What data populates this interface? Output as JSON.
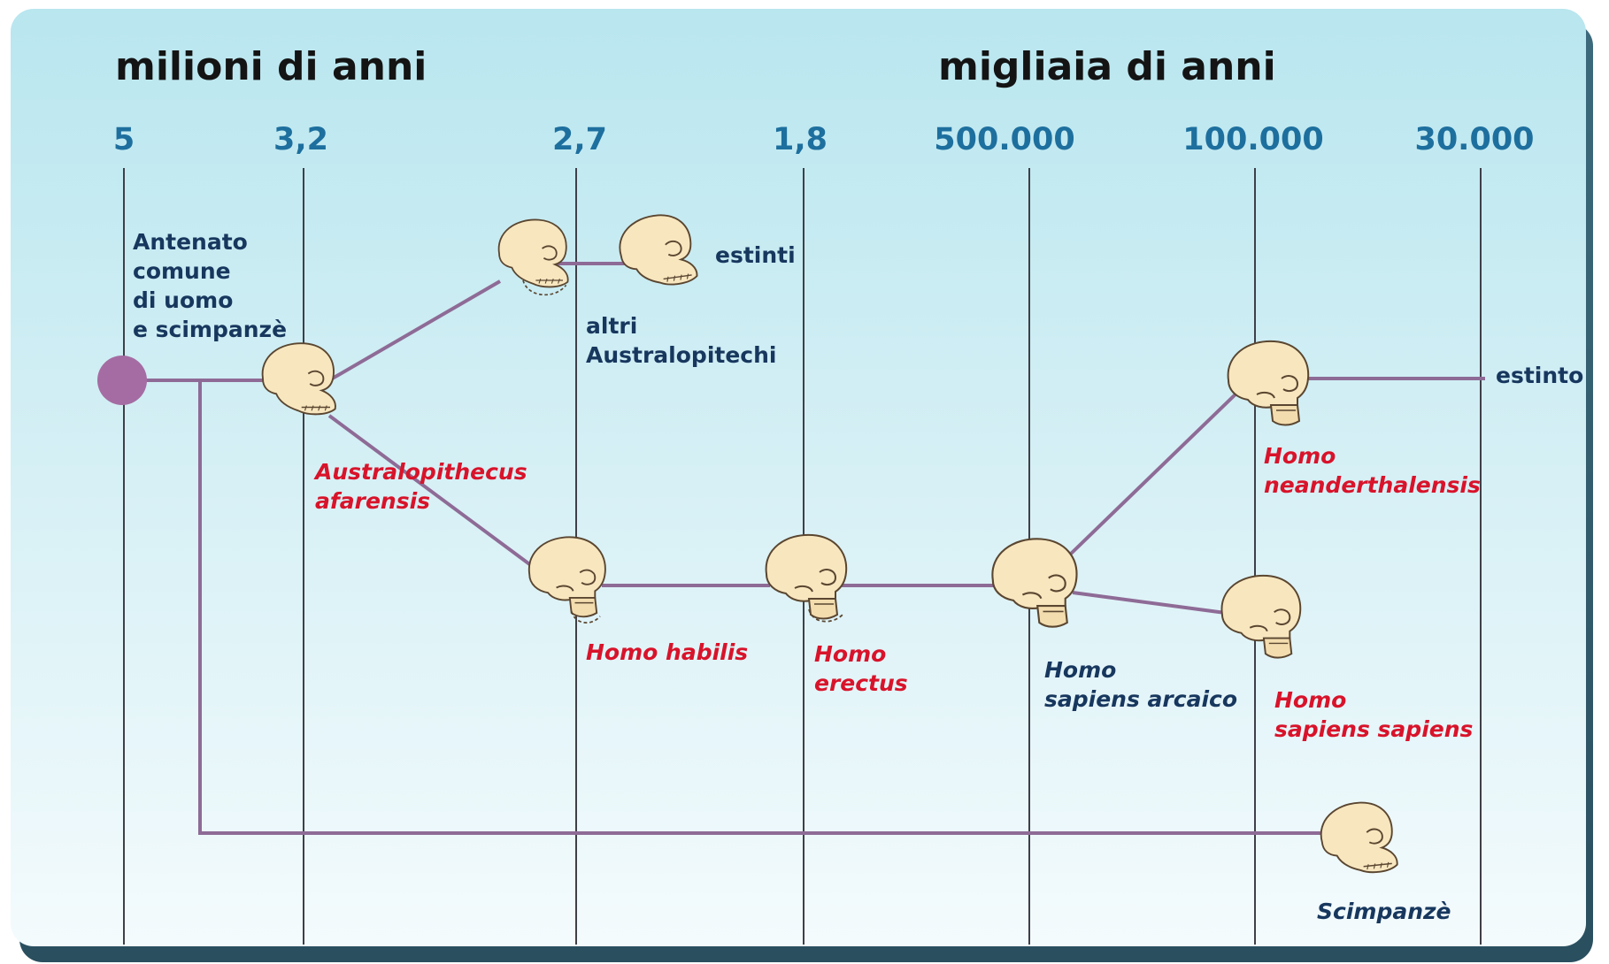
{
  "headers": {
    "millions": "milioni di anni",
    "thousands": "migliaia di anni"
  },
  "ticks": [
    "5",
    "3,2",
    "2,7",
    "1,8",
    "500.000",
    "100.000",
    "30.000"
  ],
  "labels": {
    "common_ancestor": [
      "Antenato",
      "comune",
      "di uomo",
      "e scimpanzè"
    ],
    "extinct_plural": "estinti",
    "other_australopithecines": [
      "altri",
      "Australopitechi"
    ],
    "extinct_singular": "estinto"
  },
  "species": {
    "afarensis": [
      "Australopithecus",
      "afarensis"
    ],
    "habilis": [
      "Homo habilis"
    ],
    "erectus": [
      "Homo",
      "erectus"
    ],
    "sapiens_arcaico": [
      "Homo",
      "sapiens arcaico"
    ],
    "neanderthalensis": [
      "Homo",
      "neanderthalensis"
    ],
    "sapiens_sapiens": [
      "Homo",
      "sapiens sapiens"
    ],
    "scimpanze": [
      "Scimpanzè"
    ]
  },
  "colors": {
    "background_top": "#b9e6ef",
    "background_bottom": "#f4fbfd",
    "tick_text": "#1d6f9e",
    "branch_line": "#8e6b96",
    "ancestor_dot": "#a56ca3",
    "species_red": "#d8132a",
    "species_navy": "#17375e",
    "skull_fill": "#f8e6bf"
  }
}
